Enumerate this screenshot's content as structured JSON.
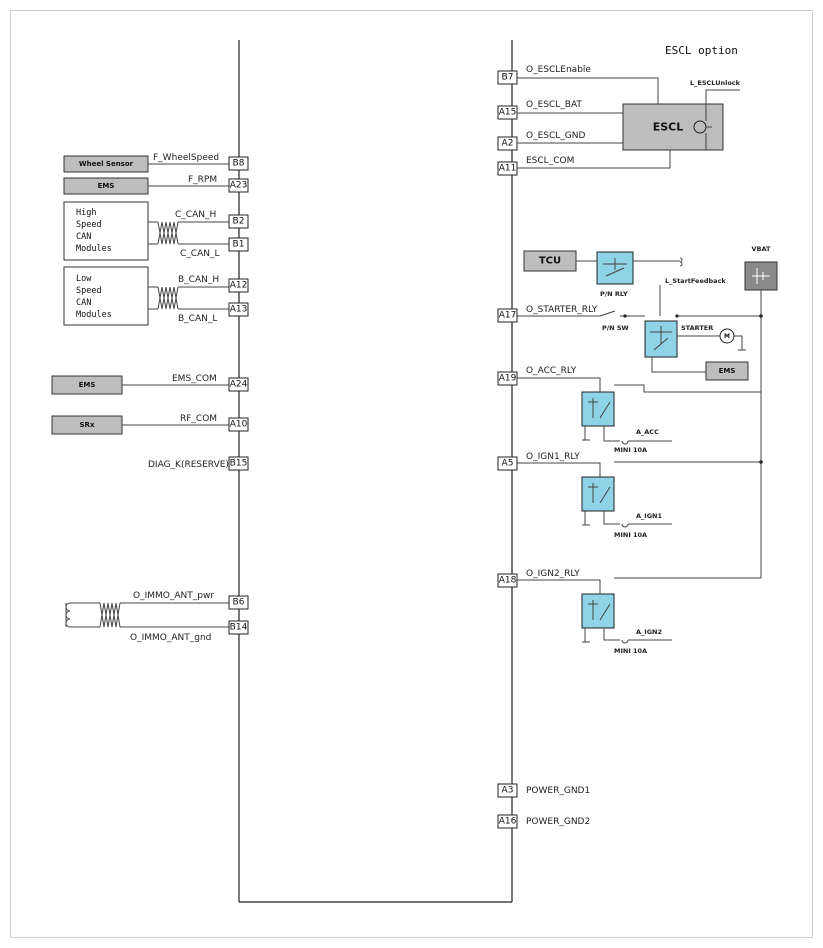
{
  "title": "ESCL option",
  "modules": {
    "wheel_sensor": "Wheel Sensor",
    "ems1": "EMS",
    "high_can": [
      "High",
      "Speed",
      "CAN",
      "Modules"
    ],
    "low_can": [
      "Low",
      "Speed",
      "CAN",
      "Modules"
    ],
    "ems2": "EMS",
    "srx": "SRx",
    "tcu": "TCU",
    "escl": "ESCL",
    "ems3": "EMS",
    "vbat": "VBAT"
  },
  "left_pins": [
    {
      "id": "B8",
      "signal": "F_WheelSpeed"
    },
    {
      "id": "A23",
      "signal": "F_RPM"
    },
    {
      "id": "B2",
      "signal": "C_CAN_H"
    },
    {
      "id": "B1",
      "signal": "C_CAN_L"
    },
    {
      "id": "A12",
      "signal": "B_CAN_H"
    },
    {
      "id": "A13",
      "signal": "B_CAN_L"
    },
    {
      "id": "A24",
      "signal": "EMS_COM"
    },
    {
      "id": "A10",
      "signal": "RF_COM"
    },
    {
      "id": "B15",
      "signal": "DIAG_K(RESERVE)"
    },
    {
      "id": "B6",
      "signal": "O_IMMO_ANT_pwr"
    },
    {
      "id": "B14",
      "signal": "O_IMMO_ANT_gnd"
    }
  ],
  "right_pins": [
    {
      "id": "B7",
      "signal": "O_ESCLEnable"
    },
    {
      "id": "A15",
      "signal": "O_ESCL_BAT"
    },
    {
      "id": "A2",
      "signal": "O_ESCL_GND"
    },
    {
      "id": "A11",
      "signal": "ESCL_COM"
    },
    {
      "id": "A17",
      "signal": "O_STARTER_RLY"
    },
    {
      "id": "A19",
      "signal": "O_ACC_RLY"
    },
    {
      "id": "A5",
      "signal": "O_IGN1_RLY"
    },
    {
      "id": "A18",
      "signal": "O_IGN2_RLY"
    },
    {
      "id": "A3",
      "signal": "POWER_GND1"
    },
    {
      "id": "A16",
      "signal": "POWER_GND2"
    }
  ],
  "labels": {
    "escl_unlock": "L_ESCLUnlock",
    "start_feedback": "L_StartFeedback",
    "pn_rly": "P/N RLY",
    "pn_sw": "P/N SW",
    "starter": "STARTER",
    "motor": "M",
    "a_acc": "A_ACC",
    "a_ign1": "A_IGN1",
    "a_ign2": "A_IGN2",
    "mini1": "MINI 10A",
    "mini2": "MINI 10A",
    "mini3": "MINI 10A"
  }
}
